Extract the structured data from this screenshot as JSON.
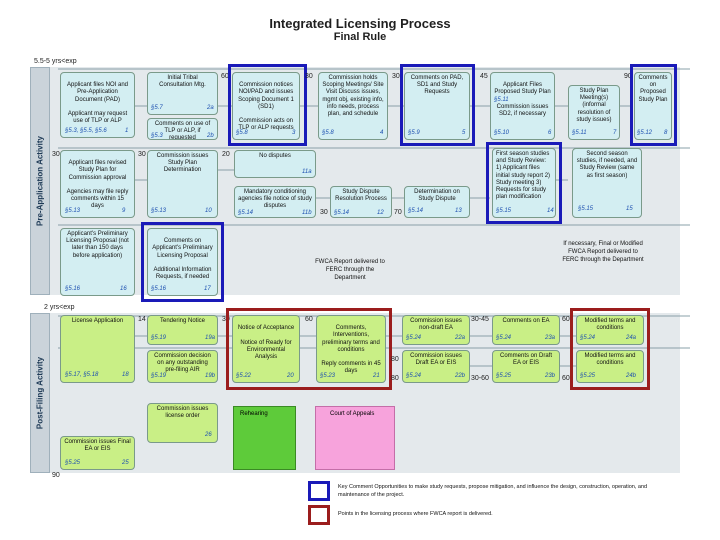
{
  "title": {
    "line1": "Integrated Licensing Process",
    "line2": "Final Rule"
  },
  "timeline": {
    "pre_span": "5.5-5 yrs<exp",
    "post_span": "2 yrs<exp"
  },
  "bands": {
    "pre": "Pre-Application Activity",
    "post": "Post-Filing Activity"
  },
  "boxes": {
    "pad": {
      "text": "Applicant files NOI and Pre-Application Document (PAD)\n\nApplicant may request use of TLP or ALP",
      "sec": "§5.3, §5.5, §5.6",
      "num": "1"
    },
    "tribal": {
      "text": "Initial Tribal Consultation Mtg.",
      "sec": "§5.7",
      "num": "2a"
    },
    "comments_tlp": {
      "text": "Comments on use of TLP or ALP, if requested",
      "sec": "§5.3",
      "num": "2b"
    },
    "scoping_notice": {
      "text": "Commission notices NOI/PAD and issues Scoping Document 1 (SD1)\n\nCommission acts on TLP or ALP requests",
      "sec": "§5.8",
      "num": "3"
    },
    "scoping_mtg": {
      "text": "Commission holds Scoping Meetings/ Site Visit\nDiscuss issues, mgmt obj, existing info, info needs, process plan, and schedule",
      "sec": "§5.8",
      "num": "4"
    },
    "comments_pad": {
      "text": "Comments on PAD, SD1 and Study Requests",
      "sec": "§5.9",
      "num": "5"
    },
    "proposed_plan": {
      "text": "Applicant Files Proposed Study Plan\n\nCommission issues SD2, if necessary",
      "sec1": "§5.11",
      "sec": "§5.10",
      "num": "6"
    },
    "plan_mtg": {
      "text": "Study Plan Meeting(s) (informal resolution of study issues)",
      "sec": "§5.11",
      "num": "7"
    },
    "comments_proposed": {
      "text": "Comments on Proposed Study Plan",
      "sec": "§5.12",
      "num": "8"
    },
    "revised_plan": {
      "text": "Applicant files revised Study Plan for Commission approval\n\nAgencies may file reply comments within 15 days",
      "sec": "§5.13",
      "num": "9"
    },
    "plan_determination": {
      "text": "Commission issues Study Plan Determination",
      "sec": "§5.13",
      "num": "10"
    },
    "no_disputes": {
      "text": "No disputes",
      "sec": "",
      "num": "11a"
    },
    "mandatory": {
      "text": "Mandatory conditioning agencies file notice of study disputes",
      "sec": "§5.14",
      "num": "11b"
    },
    "dispute_process": {
      "text": "Study Dispute Resolution Process",
      "sec": "§5.14",
      "num": "12"
    },
    "dispute_determination": {
      "text": "Determination on Study Dispute",
      "sec": "§5.14",
      "num": "13"
    },
    "first_season": {
      "text": "First season studies and Study Review:\n1) Applicant files initial study report 2) Study meeting 3) Requests for study plan modification",
      "sec": "§5.15",
      "num": "14"
    },
    "second_season": {
      "text": "Second season studies, if needed, and Study Review (same as first season)",
      "sec": "§5.15",
      "num": "15"
    },
    "prelim_proposal": {
      "text": "Applicant's Preliminary Licensing Proposal (not later than 150 days before application)",
      "sec": "§5.16",
      "num": "16"
    },
    "prelim_comments": {
      "text": "Comments on Applicant's Preliminary Licensing Proposal\n\nAdditional Information Requests, if needed",
      "sec": "§5.16",
      "num": "17"
    },
    "license_app": {
      "text": "License Application",
      "sec": "§5.17, §5.18",
      "num": "18"
    },
    "tendering": {
      "text": "Tendering Notice",
      "sec": "§5.19",
      "num": "19a"
    },
    "air_decision": {
      "text": "Commission decision on any outstanding pre-filing AIR",
      "sec": "§5.19",
      "num": "19b"
    },
    "acceptance": {
      "text": "Notice of Acceptance\n\nNotice of Ready for Environmental Analysis",
      "sec": "§5.22",
      "num": "20"
    },
    "comments_interventions": {
      "text": "Comments, Interventions, preliminary terms and conditions\n\nReply comments in 45 days",
      "sec": "§5.23",
      "num": "21"
    },
    "non_draft_ea": {
      "text": "Commission issues non-draft EA",
      "sec": "§5.24",
      "num": "22a"
    },
    "draft_ea": {
      "text": "Commission issues Draft EA or EIS",
      "sec": "§5.24",
      "num": "22b"
    },
    "comments_ea": {
      "text": "Comments on EA",
      "sec": "§5.24",
      "num": "23a"
    },
    "comments_draft": {
      "text": "Comments on Draft EA or EIS",
      "sec": "§5.25",
      "num": "23b"
    },
    "modified_a": {
      "text": "Modified terms and conditions",
      "sec": "§5.24",
      "num": "24a"
    },
    "modified_b": {
      "text": "Modified terms and conditions",
      "sec": "§5.25",
      "num": "24b"
    },
    "license_order": {
      "text": "Commission issues license order",
      "sec": "",
      "num": "26"
    },
    "final_ea": {
      "text": "Commission issues Final EA or EIS",
      "sec": "§5.25",
      "num": "25"
    }
  },
  "times": {
    "t60": "60",
    "t30a": "30",
    "t30b": "30",
    "t45": "45",
    "t30c": "30",
    "t30d": "30",
    "t90a": "90",
    "t20": "20",
    "t30e": "30",
    "t70": "70",
    "t14": "14",
    "t30f": "30",
    "t60b": "60",
    "t3045": "30-45",
    "t3060": "30-60",
    "t60c": "60",
    "t60d": "60",
    "t80a": "80",
    "t80b": "80",
    "t90b": "90"
  },
  "notes": {
    "fwca_dept": "FWCA Report delivered to FERC through the Department",
    "fwca_final": "If necessary, Final or Modified FWCA Report delivered to FERC through the Department",
    "rehearing": "Rehearing",
    "court": "Court of Appeals"
  },
  "legend": {
    "blue": "Key Comment Opportunities to make study requests, propose mitigation, and influence the design, construction, operation, and maintenance of the project.",
    "red": "Points in the licensing process where FWCA report is delivered."
  },
  "colors": {
    "blue_highlight": "#1a1ab8",
    "red_highlight": "#9b1d1d",
    "teal_box": "#d3eef2",
    "green_box": "#c9ef86",
    "rehearing": "#5ecb3a",
    "court": "#f7a3dc"
  }
}
